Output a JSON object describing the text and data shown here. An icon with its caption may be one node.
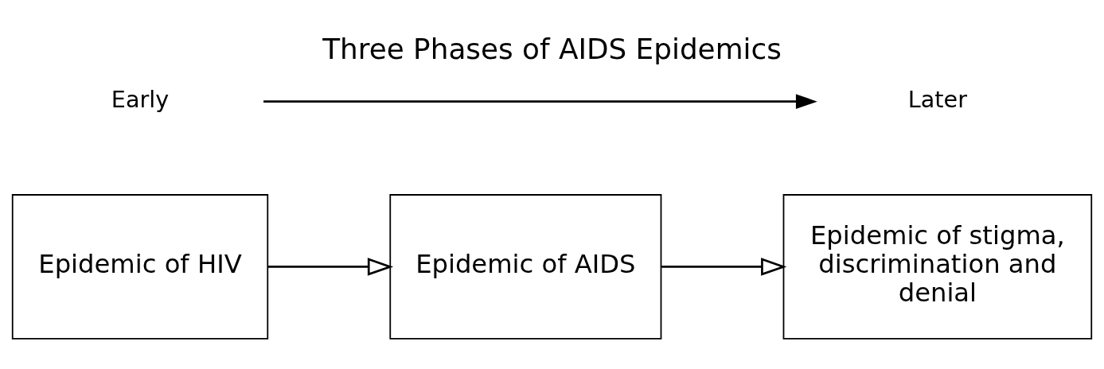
{
  "diagram": {
    "title": "Three Phases of AIDS Epidemics",
    "nodes": [
      {
        "text": [
          "Epidemic of HIV"
        ]
      },
      {
        "text": [
          "Epidemic of AIDS"
        ]
      },
      {
        "text": [
          "Epidemic of stigma, discrimination and denial"
        ]
      }
    ],
    "edges": [
      {
        "from": 0,
        "to": 1,
        "arrow": "to"
      },
      {
        "from": 1,
        "to": 2,
        "arrow": "to"
      }
    ],
    "labels": [
      "Early",
      "Later"
    ]
  }
}
